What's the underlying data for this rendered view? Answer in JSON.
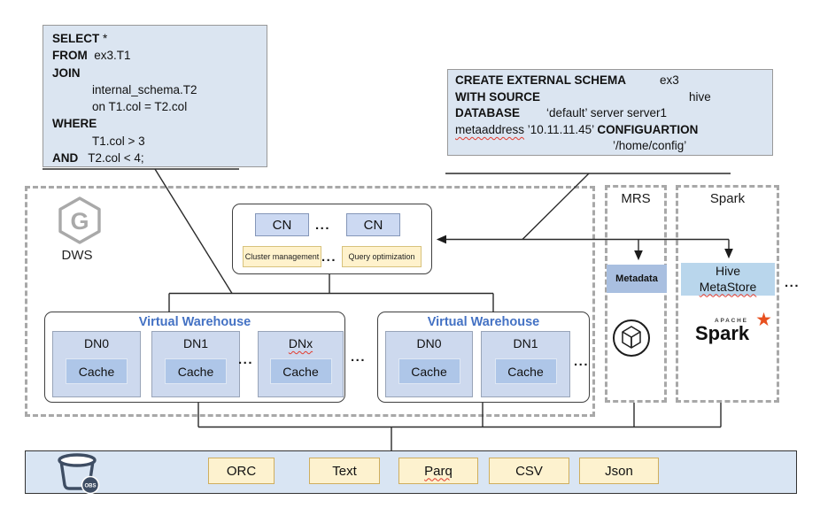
{
  "misc": {
    "dots": "..."
  },
  "sql_left": {
    "lines": [
      {
        "k": "SELECT",
        "r": " *"
      },
      {
        "k": "FROM",
        "r": "  ex3.T1"
      },
      {
        "k": "JOIN",
        "r": ""
      },
      {
        "k": "",
        "r": "internal_schema.T2"
      },
      {
        "k": "",
        "r": "on T1.col = T2.col"
      },
      {
        "k": "WHERE",
        "r": ""
      },
      {
        "k": "",
        "r": "T1.col > 3"
      },
      {
        "k": "AND",
        "r": "   T2.col < 4;"
      }
    ]
  },
  "sql_right": {
    "l1_keyword": "CREATE EXTERNAL SCHEMA",
    "l1_value": "ex3",
    "l2_keyword": "WITH SOURCE",
    "l2_value": "hive",
    "l3_keyword": "DATABASE",
    "l3_value": "‘default’ server server1",
    "l4_word": "metaaddress",
    "l4_value": " ’10.11.11.45’ ",
    "l4_keyword": "CONFIGUARTION",
    "l5_value": "’/home/config’"
  },
  "dws": {
    "label": "DWS",
    "logo_letter": "G"
  },
  "cn_cluster": {
    "cn_1": "CN",
    "cn_2": "CN",
    "management": "Cluster management",
    "optimization": "Query optimization"
  },
  "mrs": {
    "title": "MRS",
    "metadata": "Metadata"
  },
  "spark": {
    "title": "Spark",
    "hive_line1": "Hive",
    "hive_line2": "MetaStore",
    "logo_apache": "APACHE",
    "logo_name": "Spark",
    "logo_star": "★"
  },
  "vw_left": {
    "title": "Virtual Warehouse",
    "nodes": [
      {
        "name": "DN0",
        "cache": "Cache"
      },
      {
        "name": "DN1",
        "cache": "Cache"
      },
      {
        "name": "DNx",
        "cache": "Cache"
      }
    ]
  },
  "vw_right": {
    "title": "Virtual Warehouse",
    "nodes": [
      {
        "name": "DN0",
        "cache": "Cache"
      },
      {
        "name": "DN1",
        "cache": "Cache"
      }
    ]
  },
  "storage": {
    "obs_badge": "OBS",
    "formats": [
      "ORC",
      "Text",
      "Parq",
      "CSV",
      "Json"
    ]
  },
  "colors": {
    "panel_blue": "#dbe5f1",
    "node_blue": "#ccd9f2",
    "dn_blue": "#cdd9ee",
    "cache_blue": "#aec6e8",
    "metadata_blue": "#a9bfe0",
    "hive_blue": "#b9d6ec",
    "accent_yellow": "#fff2cc",
    "bar_blue": "#d9e5f3",
    "vw_title_blue": "#4472c4",
    "spark_orange": "#e8501f",
    "dashed_gray": "#a8a8a8",
    "line_dark": "#2a2a2a"
  }
}
